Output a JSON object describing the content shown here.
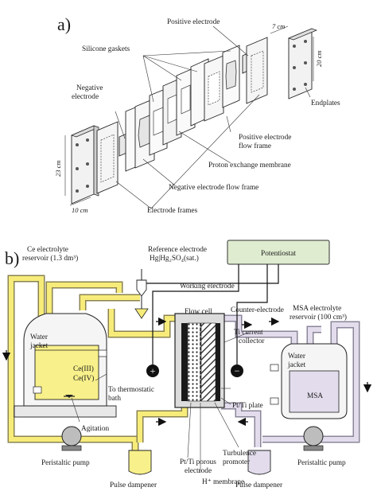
{
  "panel_a": {
    "label": "a)",
    "callouts": {
      "positive_electrode": "Positive electrode",
      "silicone_gaskets": "Silicone gaskets",
      "negative_electrode_line1": "Negative",
      "negative_electrode_line2": "electrode",
      "endplates": "Endplates",
      "positive_flow_frame_line1": "Positive electrode",
      "positive_flow_frame_line2": "flow frame",
      "proton_membrane": "Proton exchange membrane",
      "negative_flow_frame": "Negative electrode flow frame",
      "electrode_frames": "Electrode frames"
    },
    "dimensions": {
      "width_right": "7 cm",
      "height_right": "20 cm",
      "height_left": "23 cm",
      "width_left": "10 cm"
    }
  },
  "panel_b": {
    "label": "b)",
    "ce_reservoir_line1": "Ce electrolyte",
    "ce_reservoir_line2": "reservoir (1.3 dm³)",
    "reference_electrode_line1": "Reference electrode",
    "reference_electrode_line2": "Hg|Hg₂SO₄(sat.)",
    "potentiostat": "Potentiostat",
    "working_electrode": "Working electrode",
    "flow_cell": "Flow cell",
    "counter_electrode": "Counter-electrode",
    "msa_reservoir_line1": "MSA electrolyte",
    "msa_reservoir_line2": "reservoir (100 cm³)",
    "water_jacket_left_line1": "Water",
    "water_jacket_left_line2": "jacket",
    "ce3": "Ce(III)",
    "ce4": "Ce(IV)",
    "ti_collector_line1": "Ti current",
    "ti_collector_line2": "collector",
    "water_jacket_right_line1": "Water",
    "water_jacket_right_line2": "jacket",
    "msa": "MSA",
    "thermostatic_line1": "To thermostatic",
    "thermostatic_line2": "bath",
    "pt_ti_plate": "Pt/Ti plate",
    "agitation": "Agitation",
    "pt_ti_porous_line1": "Pt/Ti porous",
    "pt_ti_porous_line2": "electrode",
    "turbulence_line1": "Turbulence",
    "turbulence_line2": "promoter",
    "peristaltic_left": "Peristaltic pump",
    "peristaltic_right": "Peristaltic pump",
    "h_membrane": "H⁺ membrane",
    "pulse_left": "Pulse dampener",
    "pulse_right": "Pulse dampener",
    "plus_sign": "+",
    "minus_sign": "−"
  },
  "colors": {
    "ce_pipe": "#f7ec7a",
    "ce_pipe_edge": "#8a8350",
    "msa_pipe": "#e2dcec",
    "msa_pipe_edge": "#8b8698",
    "potentiostat_fill": "#dfeccf",
    "ce_liquid": "#f8f08a"
  }
}
